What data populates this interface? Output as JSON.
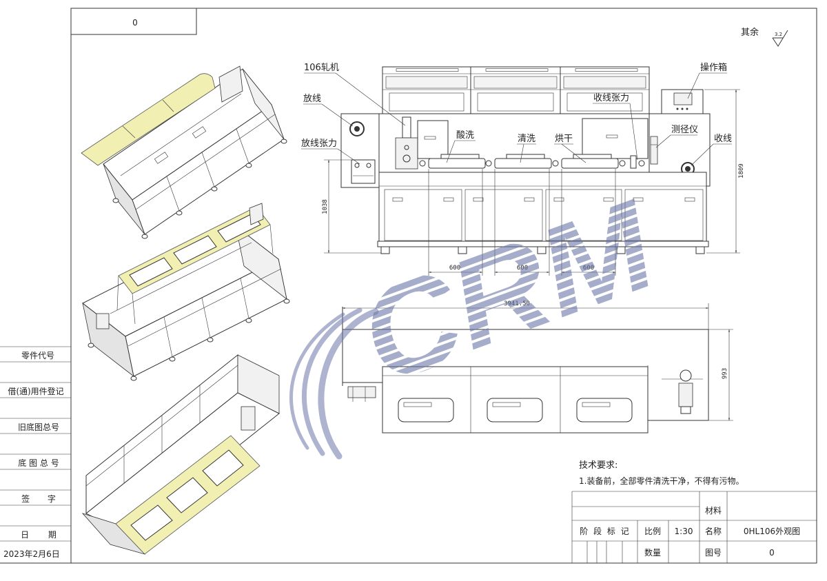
{
  "colors": {
    "line": "#333333",
    "lid": "#f2efb2",
    "watermark": "#6b77a8",
    "paper": "#ffffff"
  },
  "sheet": {
    "code_box": "0",
    "surface_note": "其余",
    "roughness": "3.2"
  },
  "margin_table": {
    "part_code": "零件代号",
    "borrowed_parts": "借(通)用件登记",
    "old_base_no": "旧底图总号",
    "base_no": "底 图 总 号",
    "signature": "签 字",
    "date_label": "日 期",
    "date_value": "2023年2月6日"
  },
  "callouts": {
    "mill": "106轧机",
    "payoff": "放线",
    "payoff_tension": "放线张力",
    "pickling": "酸洗",
    "cleaning": "清洗",
    "drying": "烘干",
    "takeup_tension": "收线张力",
    "control_box": "操作箱",
    "gauge": "测径仪",
    "takeup": "收线"
  },
  "dimensions": {
    "overall_height": "1809",
    "cabinet_height": "1038",
    "tank_1": "600",
    "tank_2": "600",
    "tank_3": "600",
    "overall_length": "3941.50",
    "overall_width": "993"
  },
  "tech_requirements": {
    "title": "技术要求:",
    "item_1": "1.装备前，全部零件清洗干净，不得有污物。"
  },
  "title_block": {
    "material_label": "材料",
    "stage_mark": "阶 段 标 记",
    "scale_label": "比例",
    "scale_value": "1:30",
    "name_label": "名称",
    "name_value": "0HL106外观图",
    "qty_label": "数量",
    "drawing_no_label": "图号",
    "drawing_no_value": "0"
  },
  "watermark": {
    "text": "CRM"
  }
}
